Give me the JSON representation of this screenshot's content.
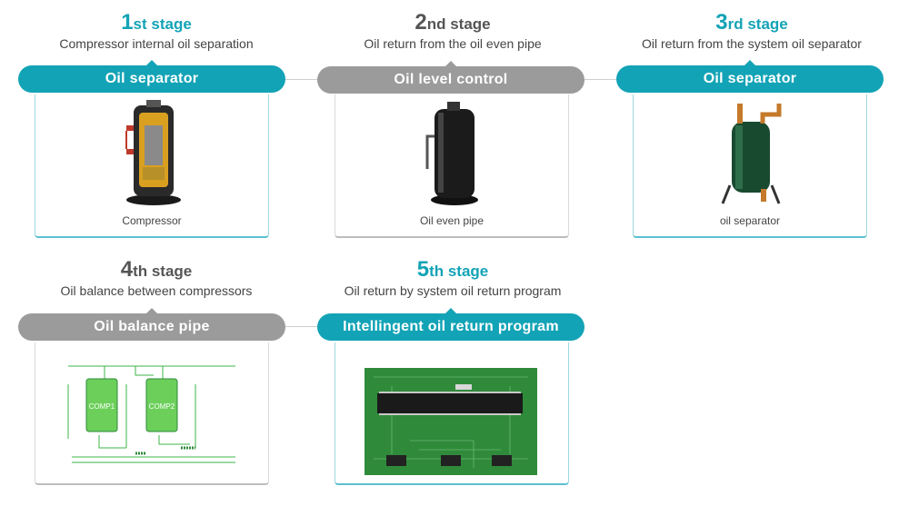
{
  "stages": [
    {
      "num": "1",
      "suffix": "st stage",
      "subtitle": "Compressor internal oil separation",
      "pill": "Oil separator",
      "caption": "Compressor",
      "accent": "teal"
    },
    {
      "num": "2",
      "suffix": "nd stage",
      "subtitle": "Oil return from the oil even pipe",
      "pill": "Oil level control",
      "caption": "Oil even pipe",
      "accent": "gray"
    },
    {
      "num": "3",
      "suffix": "rd stage",
      "subtitle": "Oil return from the system oil separator",
      "pill": "Oil separator",
      "caption": "oil separator",
      "accent": "teal"
    },
    {
      "num": "4",
      "suffix": "th stage",
      "subtitle": "Oil balance between compressors",
      "pill": "Oil balance pipe",
      "caption": "",
      "accent": "gray"
    },
    {
      "num": "5",
      "suffix": "th stage",
      "subtitle": "Oil return by system oil return program",
      "pill": "Intellingent oil return program",
      "caption": "",
      "accent": "teal"
    }
  ],
  "diagram": {
    "comp1": "COMP1",
    "comp2": "COMP2"
  },
  "colors": {
    "teal": "#13a3b6",
    "gray": "#9b9b9b",
    "pcb_green": "#2f8a3a",
    "comp_green": "#6bcf5a"
  }
}
